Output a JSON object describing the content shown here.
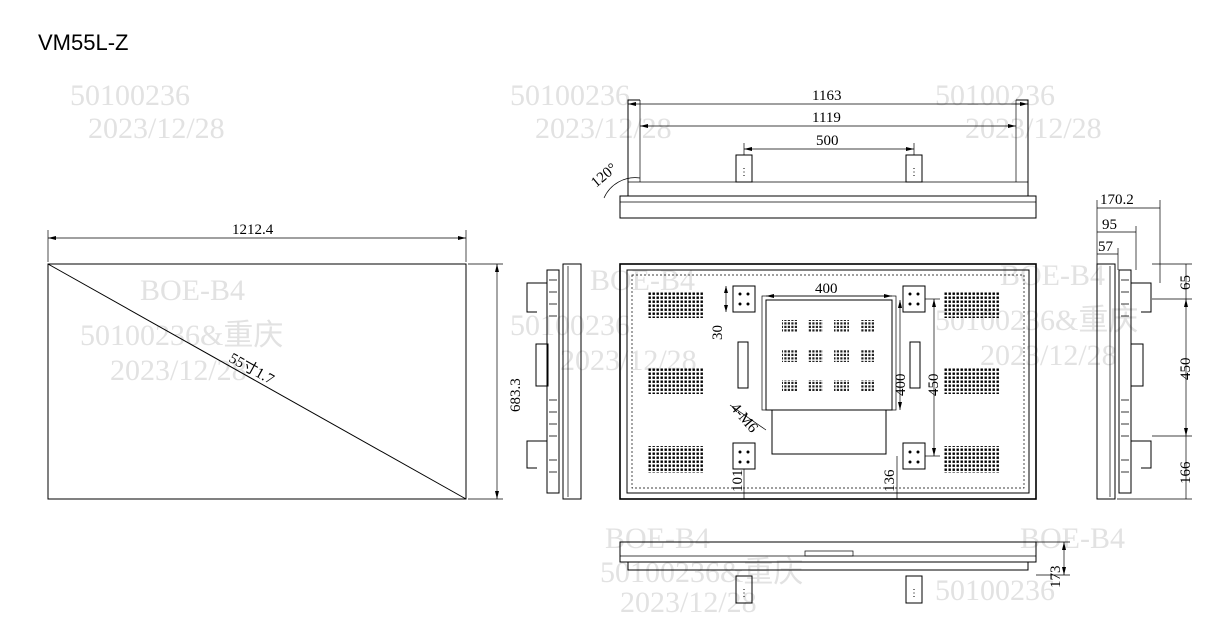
{
  "title": "VM55L-Z",
  "front_view": {
    "width_label": "1212.4",
    "height_label": "683.3",
    "diagonal_label": "55寸1.7"
  },
  "top_view": {
    "outer_width_label": "1163",
    "inner_width_label": "1119",
    "bracket_spacing_label": "500",
    "angle_label": "120°"
  },
  "back_view": {
    "vesa_width_label": "400",
    "vesa_height_label": "400",
    "bracket_height_label": "450",
    "offset_top_label": "30",
    "offset_bottom_left_label": "101",
    "offset_bottom_right_label": "136",
    "screw_label": "4-M6"
  },
  "side_view": {
    "depth_total_label": "170.2",
    "depth_mid_label": "95",
    "depth_front_label": "57",
    "top_offset_label": "65",
    "bracket_spacing_label": "450",
    "bottom_offset_label": "166"
  },
  "bottom_view": {
    "depth_label": "173"
  },
  "watermarks": {
    "code": "50100236",
    "date": "2023/12/28",
    "factory": "BOE-B4",
    "code_city": "50100236&重庆"
  }
}
